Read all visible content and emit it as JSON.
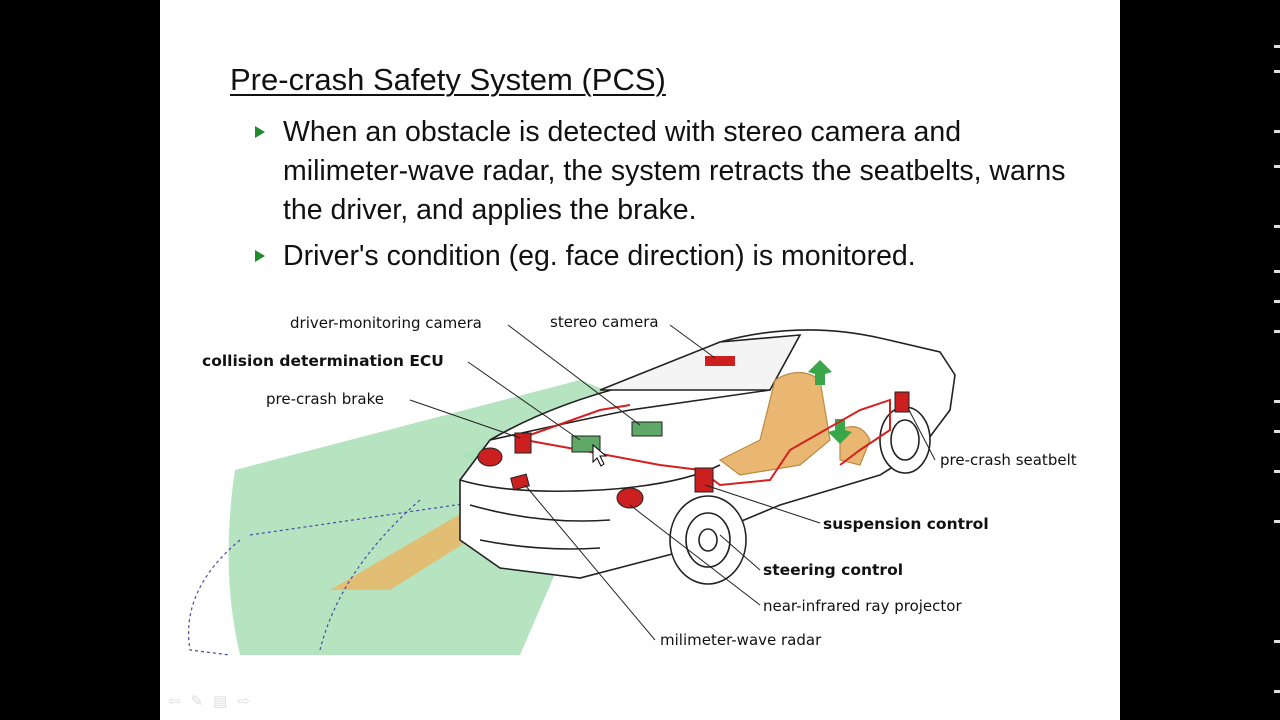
{
  "slide": {
    "title": "Pre-crash Safety System (PCS)",
    "bullets": [
      "When an obstacle is detected with stereo camera and milimeter-wave radar, the system retracts the seatbelts, warns the driver, and applies the brake.",
      "Driver's condition (eg. face direction) is monitored."
    ]
  },
  "figure": {
    "labels": {
      "driver_monitoring_camera": "driver-monitoring camera",
      "stereo_camera": "stereo camera",
      "collision_ecu": "collision determination ECU",
      "pre_crash_brake": "pre-crash brake",
      "pre_crash_seatbelt": "pre-crash seatbelt",
      "suspension_control": "suspension control",
      "steering_control": "steering control",
      "near_infrared": "near-infrared ray projector",
      "milimeter_radar": "milimeter-wave radar"
    }
  },
  "player": {
    "nav_icons": [
      "back-icon",
      "pen-icon",
      "menu-icon",
      "forward-icon"
    ],
    "nav_glyphs": [
      "⇦",
      "✎",
      "▤",
      "⇨"
    ]
  },
  "colors": {
    "bullet_arrow": "#1f8a2e",
    "detection_zone": "#8fd6a0",
    "component_red": "#cc1f1f",
    "seat_tan": "#e8b46a"
  }
}
